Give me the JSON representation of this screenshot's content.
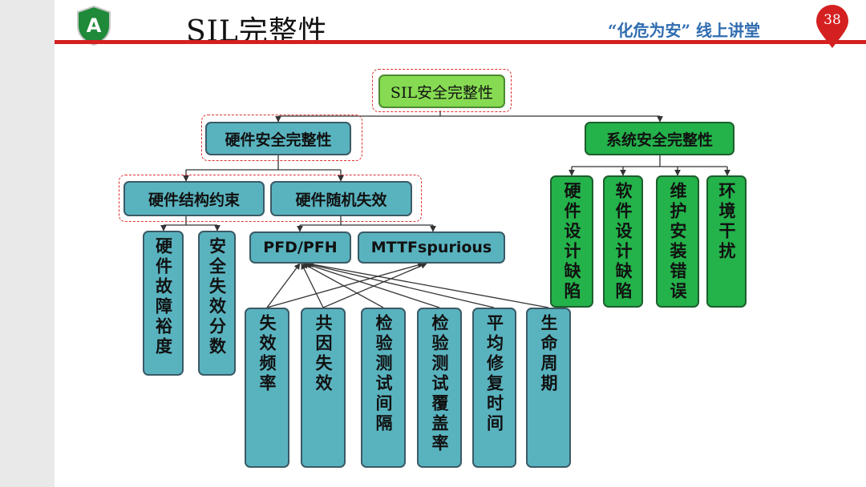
{
  "header": {
    "title": "SIL完整性",
    "slogan": "“化危为安” 线上讲堂",
    "page_number": "38",
    "logo_letter": "A"
  },
  "diagram": {
    "root": "SIL安全完整性",
    "hardware": "硬件安全完整性",
    "system": "系统安全完整性",
    "hw_structure": "硬件结构约束",
    "hw_random": "硬件随机失效",
    "pfd_pfh": "PFD/PFH",
    "mttf": "MTTFspurious",
    "hw_fault_margin": "硬件故障裕度",
    "safe_failure_fraction": "安全失效分数",
    "failure_rate": "失效频率",
    "common_cause": "共因失效",
    "test_interval": "检验测试间隔",
    "test_coverage": "检验测试覆盖率",
    "mean_repair": "平均修复时间",
    "lifecycle": "生命周期",
    "hw_design_defect": "硬件设计缺陷",
    "sw_design_defect": "软件设计缺陷",
    "install_error": "维护安装错误",
    "env_interference": "环境干扰"
  },
  "colors": {
    "teal": "#59b3bf",
    "green": "#24b24b",
    "lime": "#86db52",
    "red": "#d42020",
    "slogan_blue": "#2f6cb0"
  }
}
